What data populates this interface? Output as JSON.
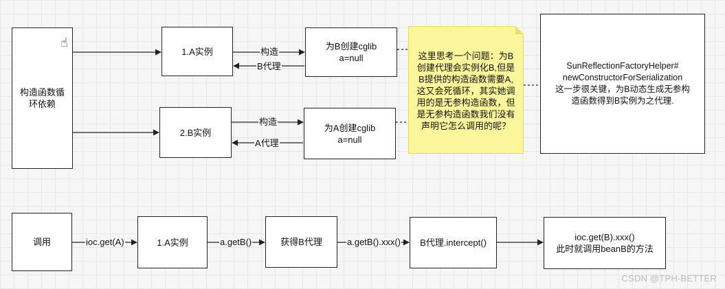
{
  "nodes": {
    "cycle": [
      "构造函数循",
      "环依赖"
    ],
    "a_instance_top": [
      "1.A实例"
    ],
    "b_cglib": [
      "为B创建cglib",
      "a=null"
    ],
    "b_instance": [
      "2.B实例"
    ],
    "a_cglib": [
      "为A创建cglib",
      "a=null"
    ],
    "reflection_box": [
      "SunReflectionFactoryHelper#",
      "newConstructorForSerialization",
      "这一步很关键，为B动态生成无参构",
      "造函数得到B实例为之代理."
    ],
    "invoke": [
      "调用"
    ],
    "a_instance_bottom": [
      "1.A实例"
    ],
    "get_b_proxy": [
      "获得B代理"
    ],
    "b_intercept": [
      "B代理.intercept()"
    ],
    "final_call": [
      "ioc.get(B).xxx()",
      "此时就调用beanB的方法"
    ]
  },
  "note": {
    "lines": [
      "这里思考一个问题：为B",
      "创建代理会实例化B,但是",
      "B提供的构造函数需要A,",
      "这又会死循环，其实她调",
      "用的是无参构造函数，但",
      "是无参构造函数我们没有",
      "声明它怎么调用的呢？"
    ]
  },
  "edge_labels": {
    "construct_1": "构造",
    "b_proxy_back": "B代理",
    "construct_2": "构造",
    "a_proxy_back": "A代理",
    "ioc_get_a": "ioc.get(A)",
    "a_get_b": "a.getB()",
    "a_get_b_xxx": "a.getB().xxx()"
  },
  "watermark": "CSDN @TPH-BETTER"
}
